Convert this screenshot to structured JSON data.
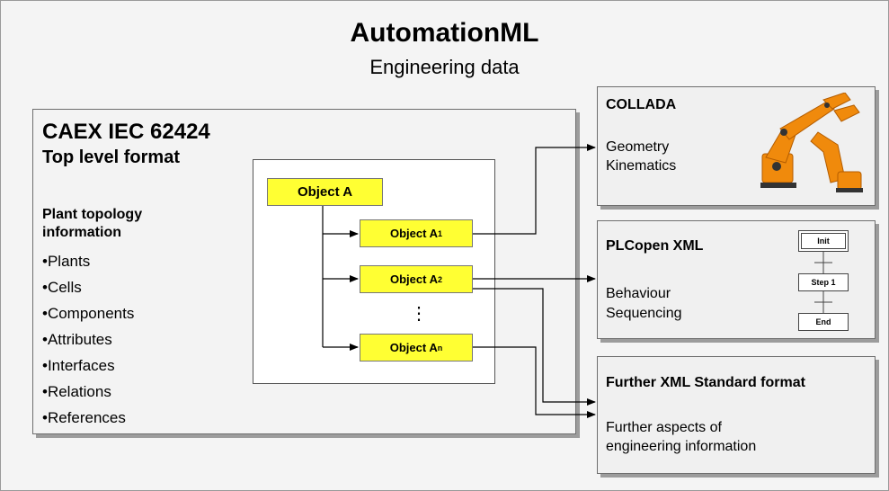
{
  "header": {
    "title": "AutomationML",
    "subtitle": "Engineering data"
  },
  "caex": {
    "title": "CAEX IEC 62424",
    "subtitle": "Top level format",
    "topology_heading_1": "Plant topology",
    "topology_heading_2": "information",
    "items": [
      "•Plants",
      "•Cells",
      "•Components",
      "•Attributes",
      "•Interfaces",
      "•Relations",
      "•References"
    ]
  },
  "objects": {
    "root": "Object A",
    "a1_base": "Object A",
    "a1_sub": "1",
    "a2_base": "Object A",
    "a2_sub": "2",
    "an_base": "Object A",
    "an_sub": "n",
    "ellipsis": "⋮"
  },
  "collada": {
    "title": "COLLADA",
    "line1": "Geometry",
    "line2": "Kinematics",
    "image": "robot-arm-icon"
  },
  "plcopen": {
    "title": "PLCopen XML",
    "line1": "Behaviour",
    "line2": "Sequencing",
    "sfc": {
      "init": "Init",
      "step": "Step 1",
      "end": "End"
    }
  },
  "further": {
    "title": "Further XML Standard format",
    "line1": "Further aspects of",
    "line2": "engineering information"
  },
  "colors": {
    "object_fill": "#ffff33",
    "box_fill": "#f0f0f0",
    "robot": "#f08a0c"
  }
}
